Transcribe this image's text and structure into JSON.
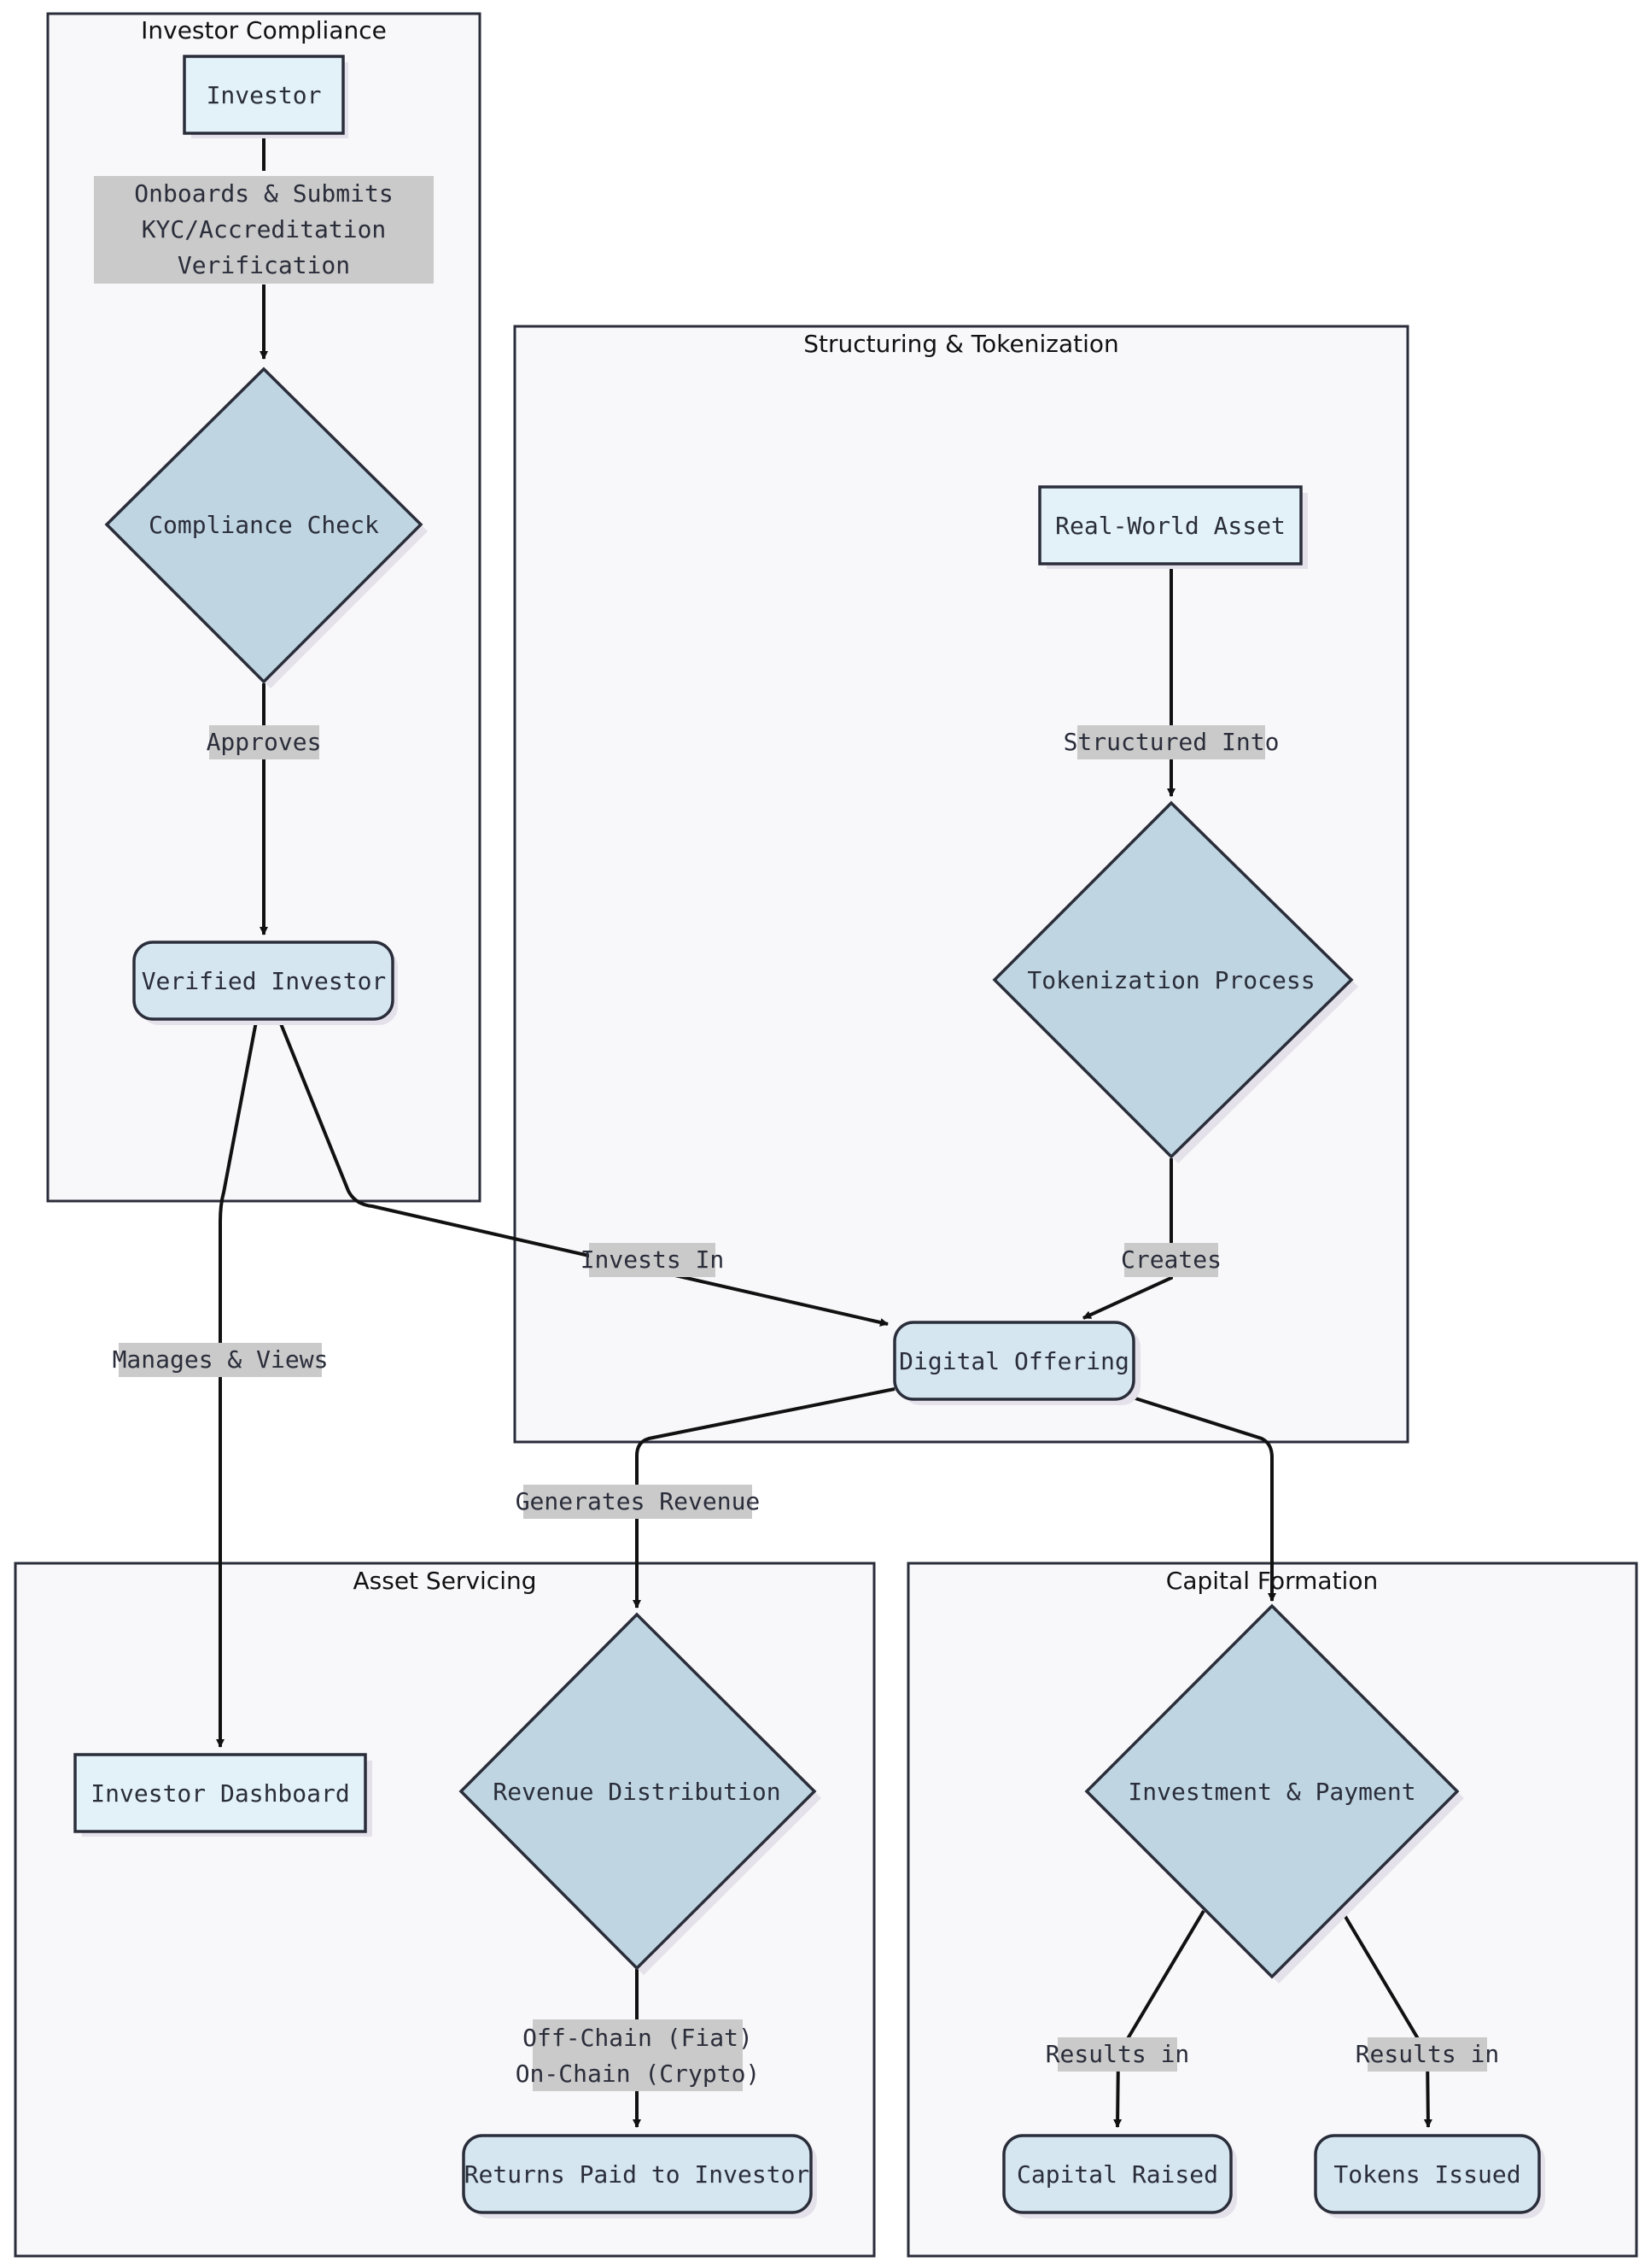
{
  "clusters": {
    "investor_compliance": "Investor Compliance",
    "structuring_tokenization": "Structuring & Tokenization",
    "asset_servicing": "Asset Servicing",
    "capital_formation": "Capital Formation"
  },
  "nodes": {
    "investor": "Investor",
    "compliance_check": "Compliance Check",
    "verified_investor": "Verified Investor",
    "real_world_asset": "Real-World Asset",
    "tokenization_process": "Tokenization Process",
    "digital_offering": "Digital Offering",
    "investor_dashboard": "Investor Dashboard",
    "revenue_distribution": "Revenue Distribution",
    "returns_paid": "Returns Paid to Investor",
    "investment_payment": "Investment & Payment",
    "capital_raised": "Capital Raised",
    "tokens_issued": "Tokens Issued"
  },
  "edges": {
    "onboards": [
      "Onboards & Submits",
      "KYC/Accreditation",
      "Verification"
    ],
    "approves": "Approves",
    "structured_into": "Structured Into",
    "creates": "Creates",
    "invests_in": "Invests In",
    "manages_views": "Manages & Views",
    "generates_revenue": "Generates Revenue",
    "offchain_onchain": [
      "Off-Chain (Fiat)",
      "On-Chain (Crypto)"
    ],
    "results_in_capital": "Results in",
    "results_in_tokens": "Results in"
  },
  "colors": {
    "cluster_fill": "#f8f8fa",
    "node_fill": "#e2f2f8",
    "rounded_node_fill": "#d5e6f0",
    "diamond_fill": "#c0d5e2",
    "edge_label_bg": "#cacaca",
    "stroke": "#2a2d3a"
  }
}
